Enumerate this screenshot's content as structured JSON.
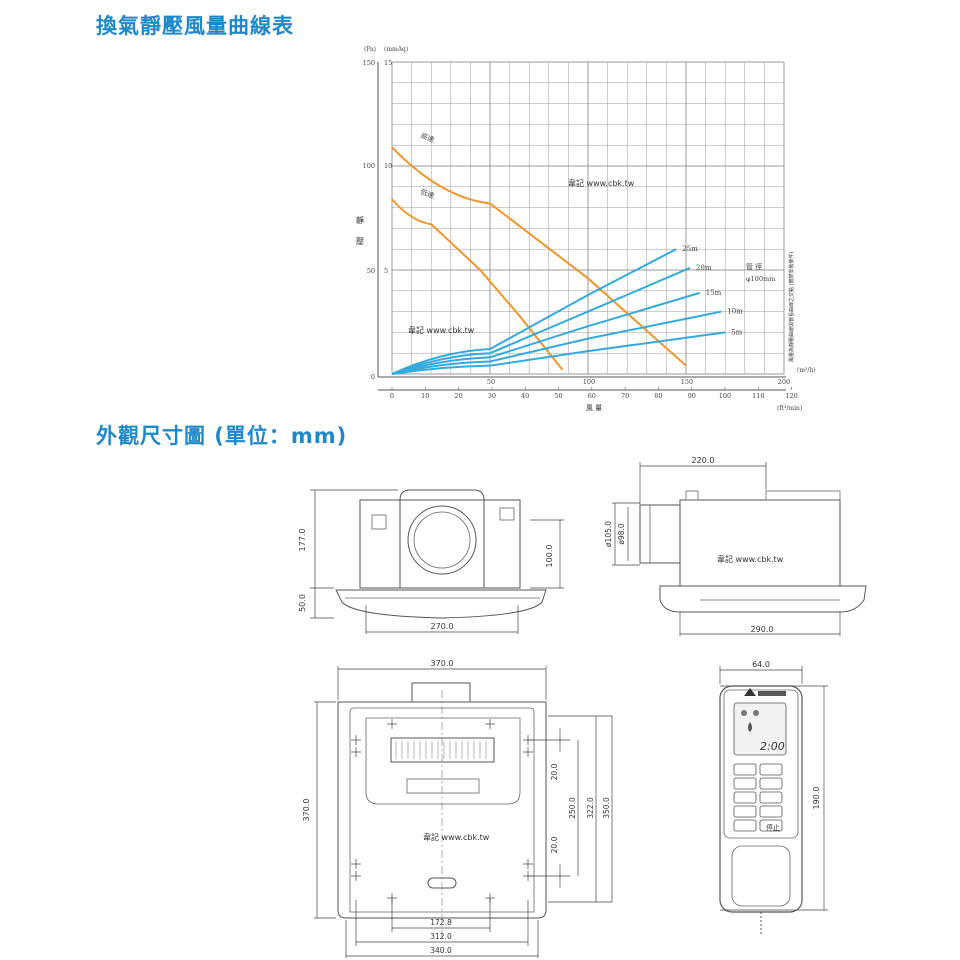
{
  "headings": {
    "chart": "換氣靜壓風量曲線表",
    "dimensions": "外觀尺寸圖 (單位：mm)"
  },
  "colors": {
    "heading": "#1f88c8",
    "orange": "#f0962a",
    "blue": "#33aadd",
    "grid": "#888888"
  },
  "chart_data": {
    "type": "line",
    "y_unit_left": "(Pa)",
    "y_unit_right": "(mmAq)",
    "ylabel": [
      "靜",
      "壓"
    ],
    "xlabel": "風 量",
    "x_unit_m3": "(m³/h)",
    "x_unit_ft3": "(ft³/min)",
    "ylim_pa": [
      0,
      150
    ],
    "xlim_m3h": [
      0,
      200
    ],
    "y_ticks_pa": [
      "0",
      "50",
      "100",
      "150"
    ],
    "y_ticks_mmaq": [
      "5",
      "10",
      "15"
    ],
    "x_ticks_m3h": [
      "50",
      "100",
      "150",
      "200"
    ],
    "x_ticks_ft3": [
      "0",
      "10",
      "20",
      "30",
      "40",
      "50",
      "60",
      "70",
      "80",
      "90",
      "100",
      "110",
      "120"
    ],
    "series": [
      {
        "name": "高速",
        "color": "#f0962a",
        "x": [
          0,
          50,
          100,
          125,
          150
        ],
        "y": [
          109,
          82,
          46,
          25,
          4
        ]
      },
      {
        "name": "低速",
        "color": "#f0962a",
        "x": [
          0,
          20,
          45,
          65,
          87
        ],
        "y": [
          84,
          72,
          50,
          28,
          2
        ]
      },
      {
        "name": "25m",
        "color": "#33aadd",
        "x": [
          0,
          50,
          100,
          145
        ],
        "y": [
          0,
          12,
          38,
          60
        ]
      },
      {
        "name": "20m",
        "color": "#33aadd",
        "x": [
          0,
          50,
          100,
          152
        ],
        "y": [
          0,
          10,
          30,
          51
        ]
      },
      {
        "name": "15m",
        "color": "#33aadd",
        "x": [
          0,
          50,
          100,
          157
        ],
        "y": [
          0,
          8,
          23,
          39
        ]
      },
      {
        "name": "10m",
        "color": "#33aadd",
        "x": [
          0,
          50,
          100,
          168
        ],
        "y": [
          0,
          6,
          17,
          30
        ]
      },
      {
        "name": "5m",
        "color": "#33aadd",
        "x": [
          0,
          50,
          100,
          170
        ],
        "y": [
          0,
          4,
          11,
          20
        ]
      }
    ],
    "pipe_label": "管 徑",
    "pipe_size": "φ100mm",
    "side_note": "風量為靜壓曲線與管長曲線之交點 (實際安裝條件)",
    "watermark": "韋記 www.cbk.tw"
  },
  "dimensions": {
    "front": {
      "height": "177.0",
      "flange": "50.0",
      "inner_h": "100.0",
      "width": "270.0"
    },
    "side": {
      "width_top": "220.0",
      "outer_d": "ø105.0",
      "inner_d": "ø98.0",
      "width_bottom": "290.0"
    },
    "bottom": {
      "top": "370.0",
      "left": "370.0",
      "r1": "20.0",
      "r2": "250.0",
      "r3": "322.0",
      "r4": "350.0",
      "r5": "20.0",
      "b1": "172.8",
      "b2": "312.0",
      "b3": "340.0"
    },
    "remote": {
      "width": "64.0",
      "height": "190.0",
      "time": "2:00",
      "stop": "停止"
    }
  },
  "watermark": "韋記 www.cbk.tw"
}
